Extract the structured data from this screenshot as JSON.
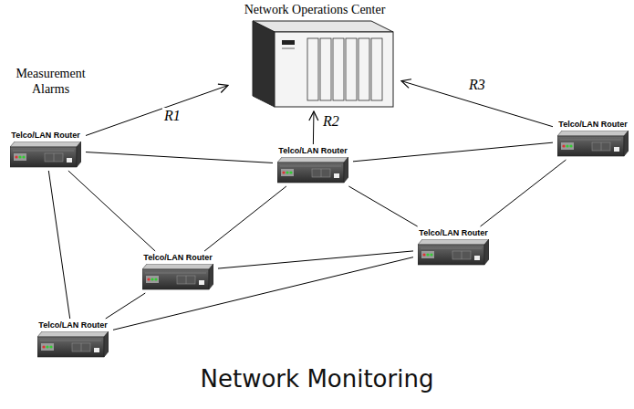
{
  "diagram": {
    "caption": "Network Monitoring",
    "nodes": [
      {
        "text": [
          "Network Operations Center"
        ]
      },
      {
        "text": [
          "Telco/LAN Router"
        ]
      },
      {
        "text": [
          "Telco/LAN Router"
        ]
      },
      {
        "text": [
          "Telco/LAN Router"
        ]
      },
      {
        "text": [
          "Telco/LAN Router"
        ]
      },
      {
        "text": [
          "Telco/LAN Router"
        ]
      },
      {
        "text": [
          "Telco/LAN Router"
        ]
      }
    ],
    "edges": [
      {
        "from": 1,
        "to": 0,
        "arrow": "to",
        "label": "R1"
      },
      {
        "from": 2,
        "to": 0,
        "arrow": "to",
        "label": "R2"
      },
      {
        "from": 3,
        "to": 0,
        "arrow": "to",
        "label": "R3"
      },
      {
        "from": 1,
        "to": 2,
        "arrow": "none"
      },
      {
        "from": 2,
        "to": 3,
        "arrow": "none"
      },
      {
        "from": 1,
        "to": 4,
        "arrow": "none"
      },
      {
        "from": 1,
        "to": 6,
        "arrow": "none"
      },
      {
        "from": 2,
        "to": 4,
        "arrow": "none"
      },
      {
        "from": 2,
        "to": 5,
        "arrow": "none"
      },
      {
        "from": 3,
        "to": 5,
        "arrow": "none"
      },
      {
        "from": 4,
        "to": 5,
        "arrow": "none"
      },
      {
        "from": 4,
        "to": 6,
        "arrow": "none"
      },
      {
        "from": 6,
        "to": 5,
        "arrow": "none"
      }
    ],
    "labels": [
      "Measurement Alarms"
    ]
  }
}
